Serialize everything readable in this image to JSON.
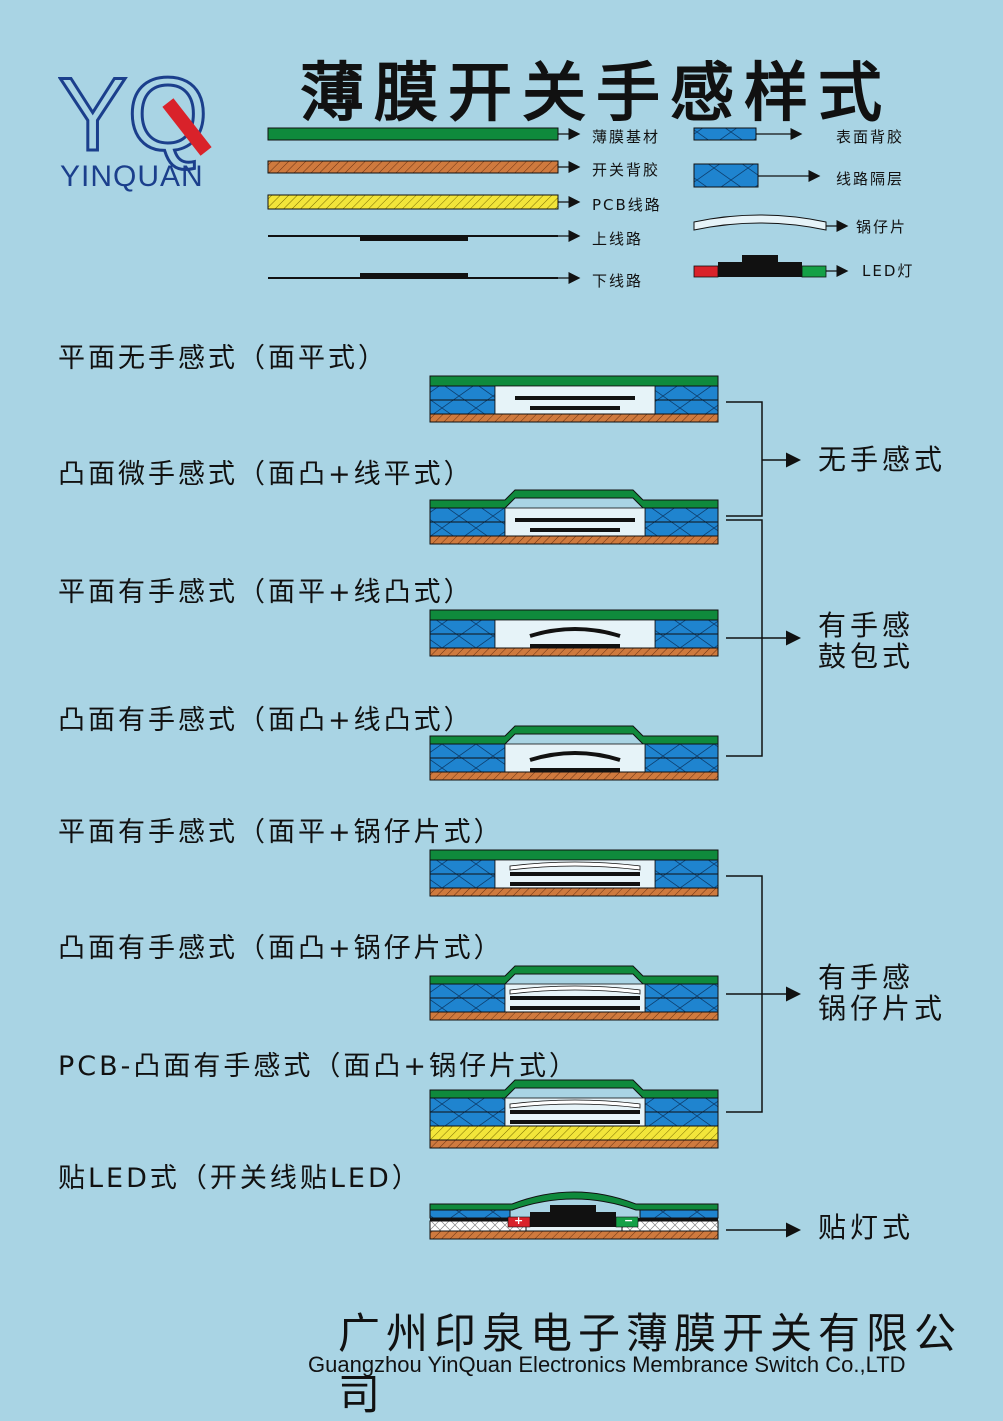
{
  "title": "薄膜开关手感样式",
  "logo": {
    "letters": "YQ",
    "name": "YINQUAN",
    "colors": {
      "blue": "#1b3f8c",
      "red": "#d9222a"
    }
  },
  "legend": {
    "left": [
      {
        "label": "薄膜基材",
        "icon": "membrane-substrate-bar",
        "color": "#0f8a3c"
      },
      {
        "label": "开关背胶",
        "icon": "switch-adhesive-bar",
        "color": "#cf7a3e"
      },
      {
        "label": "PCB线路",
        "icon": "pcb-circuit-bar",
        "color": "#f2e53a"
      },
      {
        "label": "上线路",
        "icon": "upper-circuit-line",
        "color": "#111111"
      },
      {
        "label": "下线路",
        "icon": "lower-circuit-line",
        "color": "#111111"
      }
    ],
    "right": [
      {
        "label": "表面背胶",
        "icon": "surface-adhesive-block",
        "color": "#1f84cf"
      },
      {
        "label": "线路隔层",
        "icon": "circuit-spacer-block",
        "color": "#1f84cf"
      },
      {
        "label": "锅仔片",
        "icon": "metal-dome-shape",
        "color": "#e6f3f8"
      },
      {
        "label": "LED灯",
        "icon": "led-lamp-shape",
        "color": "#111111"
      }
    ]
  },
  "sections": [
    {
      "label": "平面无手感式（面平式）"
    },
    {
      "label": "凸面微手感式（面凸+线平式）"
    },
    {
      "label": "平面有手感式（面平+线凸式）"
    },
    {
      "label": "凸面有手感式（面凸+线凸式）"
    },
    {
      "label": "平面有手感式（面平+锅仔片式）"
    },
    {
      "label": "凸面有手感式（面凸+锅仔片式）"
    },
    {
      "label": "PCB-凸面有手感式（面凸+锅仔片式）"
    },
    {
      "label": "贴LED式（开关线贴LED）"
    }
  ],
  "groups": [
    {
      "lines": [
        "无手感式"
      ]
    },
    {
      "lines": [
        "有手感",
        "鼓包式"
      ]
    },
    {
      "lines": [
        "有手感",
        "锅仔片式"
      ]
    },
    {
      "lines": [
        "贴灯式"
      ]
    }
  ],
  "led_marks": {
    "plus": "+",
    "minus": "−"
  },
  "footer": {
    "company_cn": "广州印泉电子薄膜开关有限公司",
    "company_en": "Guangzhou YinQuan Electronics Membrance Switch Co.,LTD"
  }
}
